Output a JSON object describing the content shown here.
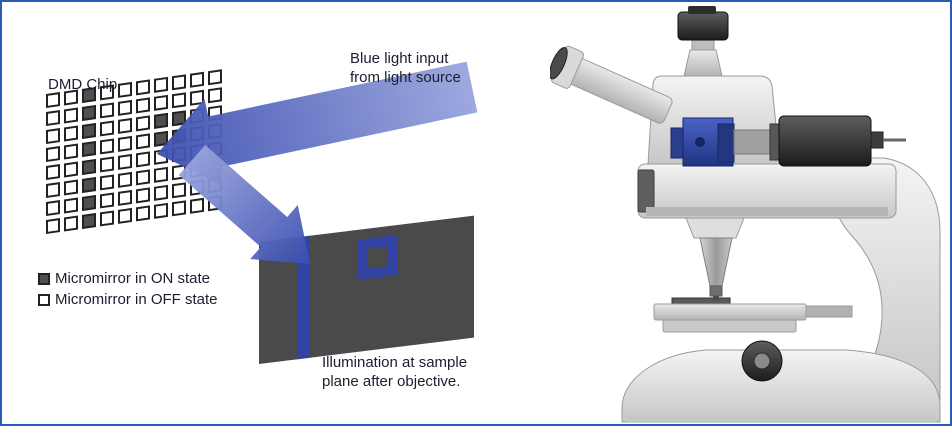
{
  "frame": {
    "border_color": "#2E5BB5",
    "background": "#FFFFFF"
  },
  "diagram": {
    "dmd_chip_label": "DMD Chip",
    "light_input_label": "Blue light input\nfrom light source",
    "illumination_label": "Illumination at sample\nplane after objective.",
    "legend": [
      {
        "state": "on",
        "label": "Micromirror in ON state"
      },
      {
        "state": "off",
        "label": "Micromirror in OFF state"
      }
    ],
    "dmd_grid": {
      "cols": 10,
      "rows": 8,
      "pattern": [
        "0010000000",
        "0010000000",
        "0010001100",
        "0010001100",
        "0010000000",
        "0010000000",
        "0010000000",
        "0010000000"
      ],
      "on_color": "#4F4F4F",
      "off_color": "#FFFFFF",
      "border_color": "#222222"
    },
    "sample_plane": {
      "plane_color": "#4A4A4A",
      "pattern_color": "#3243A4"
    },
    "beam_gradient": {
      "start": "#9AA6DE",
      "end": "#3E50B1"
    }
  },
  "illustration": {
    "name": "upright-fluorescence-microscope",
    "accent_blue_light": "#4A63C8",
    "accent_blue_dark": "#1F3480"
  }
}
